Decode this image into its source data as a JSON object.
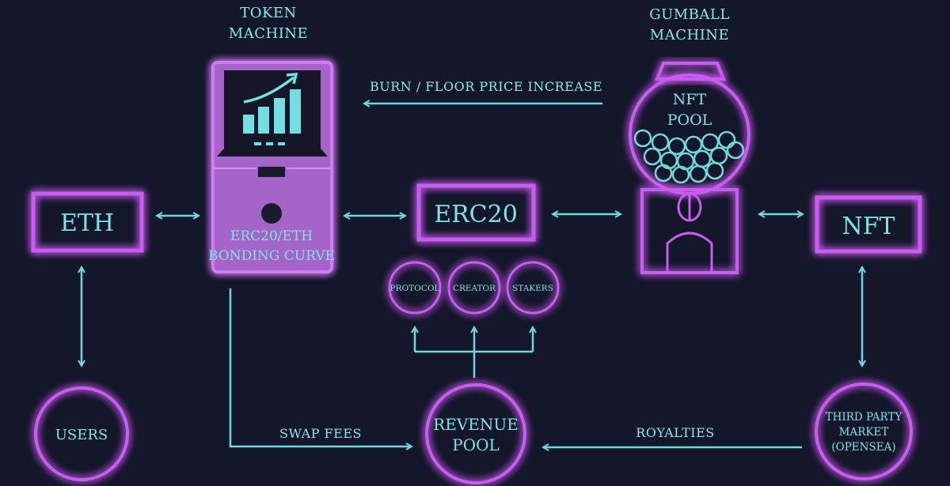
{
  "title_token_machine": [
    "TOKEN",
    "MACHINE"
  ],
  "title_gumball_machine": [
    "GUMBALL",
    "MACHINE"
  ],
  "burn_label": "BURN / FLOOR PRICE INCREASE",
  "eth_label": "ETH",
  "bonding_curve_label": [
    "ERC20/ETH",
    "BONDING CURVE"
  ],
  "erc20_label": "ERC20",
  "nft_pool_label": [
    "NFT",
    "POOL"
  ],
  "nft_label": "NFT",
  "fee_recipients": [
    "PROTOCOL",
    "CREATOR",
    "STAKERS"
  ],
  "users_label": "USERS",
  "revenue_pool_label": [
    "REVENUE",
    "POOL"
  ],
  "third_party_label": [
    "THIRD PARTY",
    "MARKET",
    "(OPENSEA)"
  ],
  "swap_fees_label": "SWAP FEES",
  "royalties_label": "ROYALTIES",
  "colors": {
    "background": "#14162a",
    "neon_purple": "#c85cf0",
    "fill_purple": "#a565c8",
    "cyan": "#6fd8dc"
  }
}
